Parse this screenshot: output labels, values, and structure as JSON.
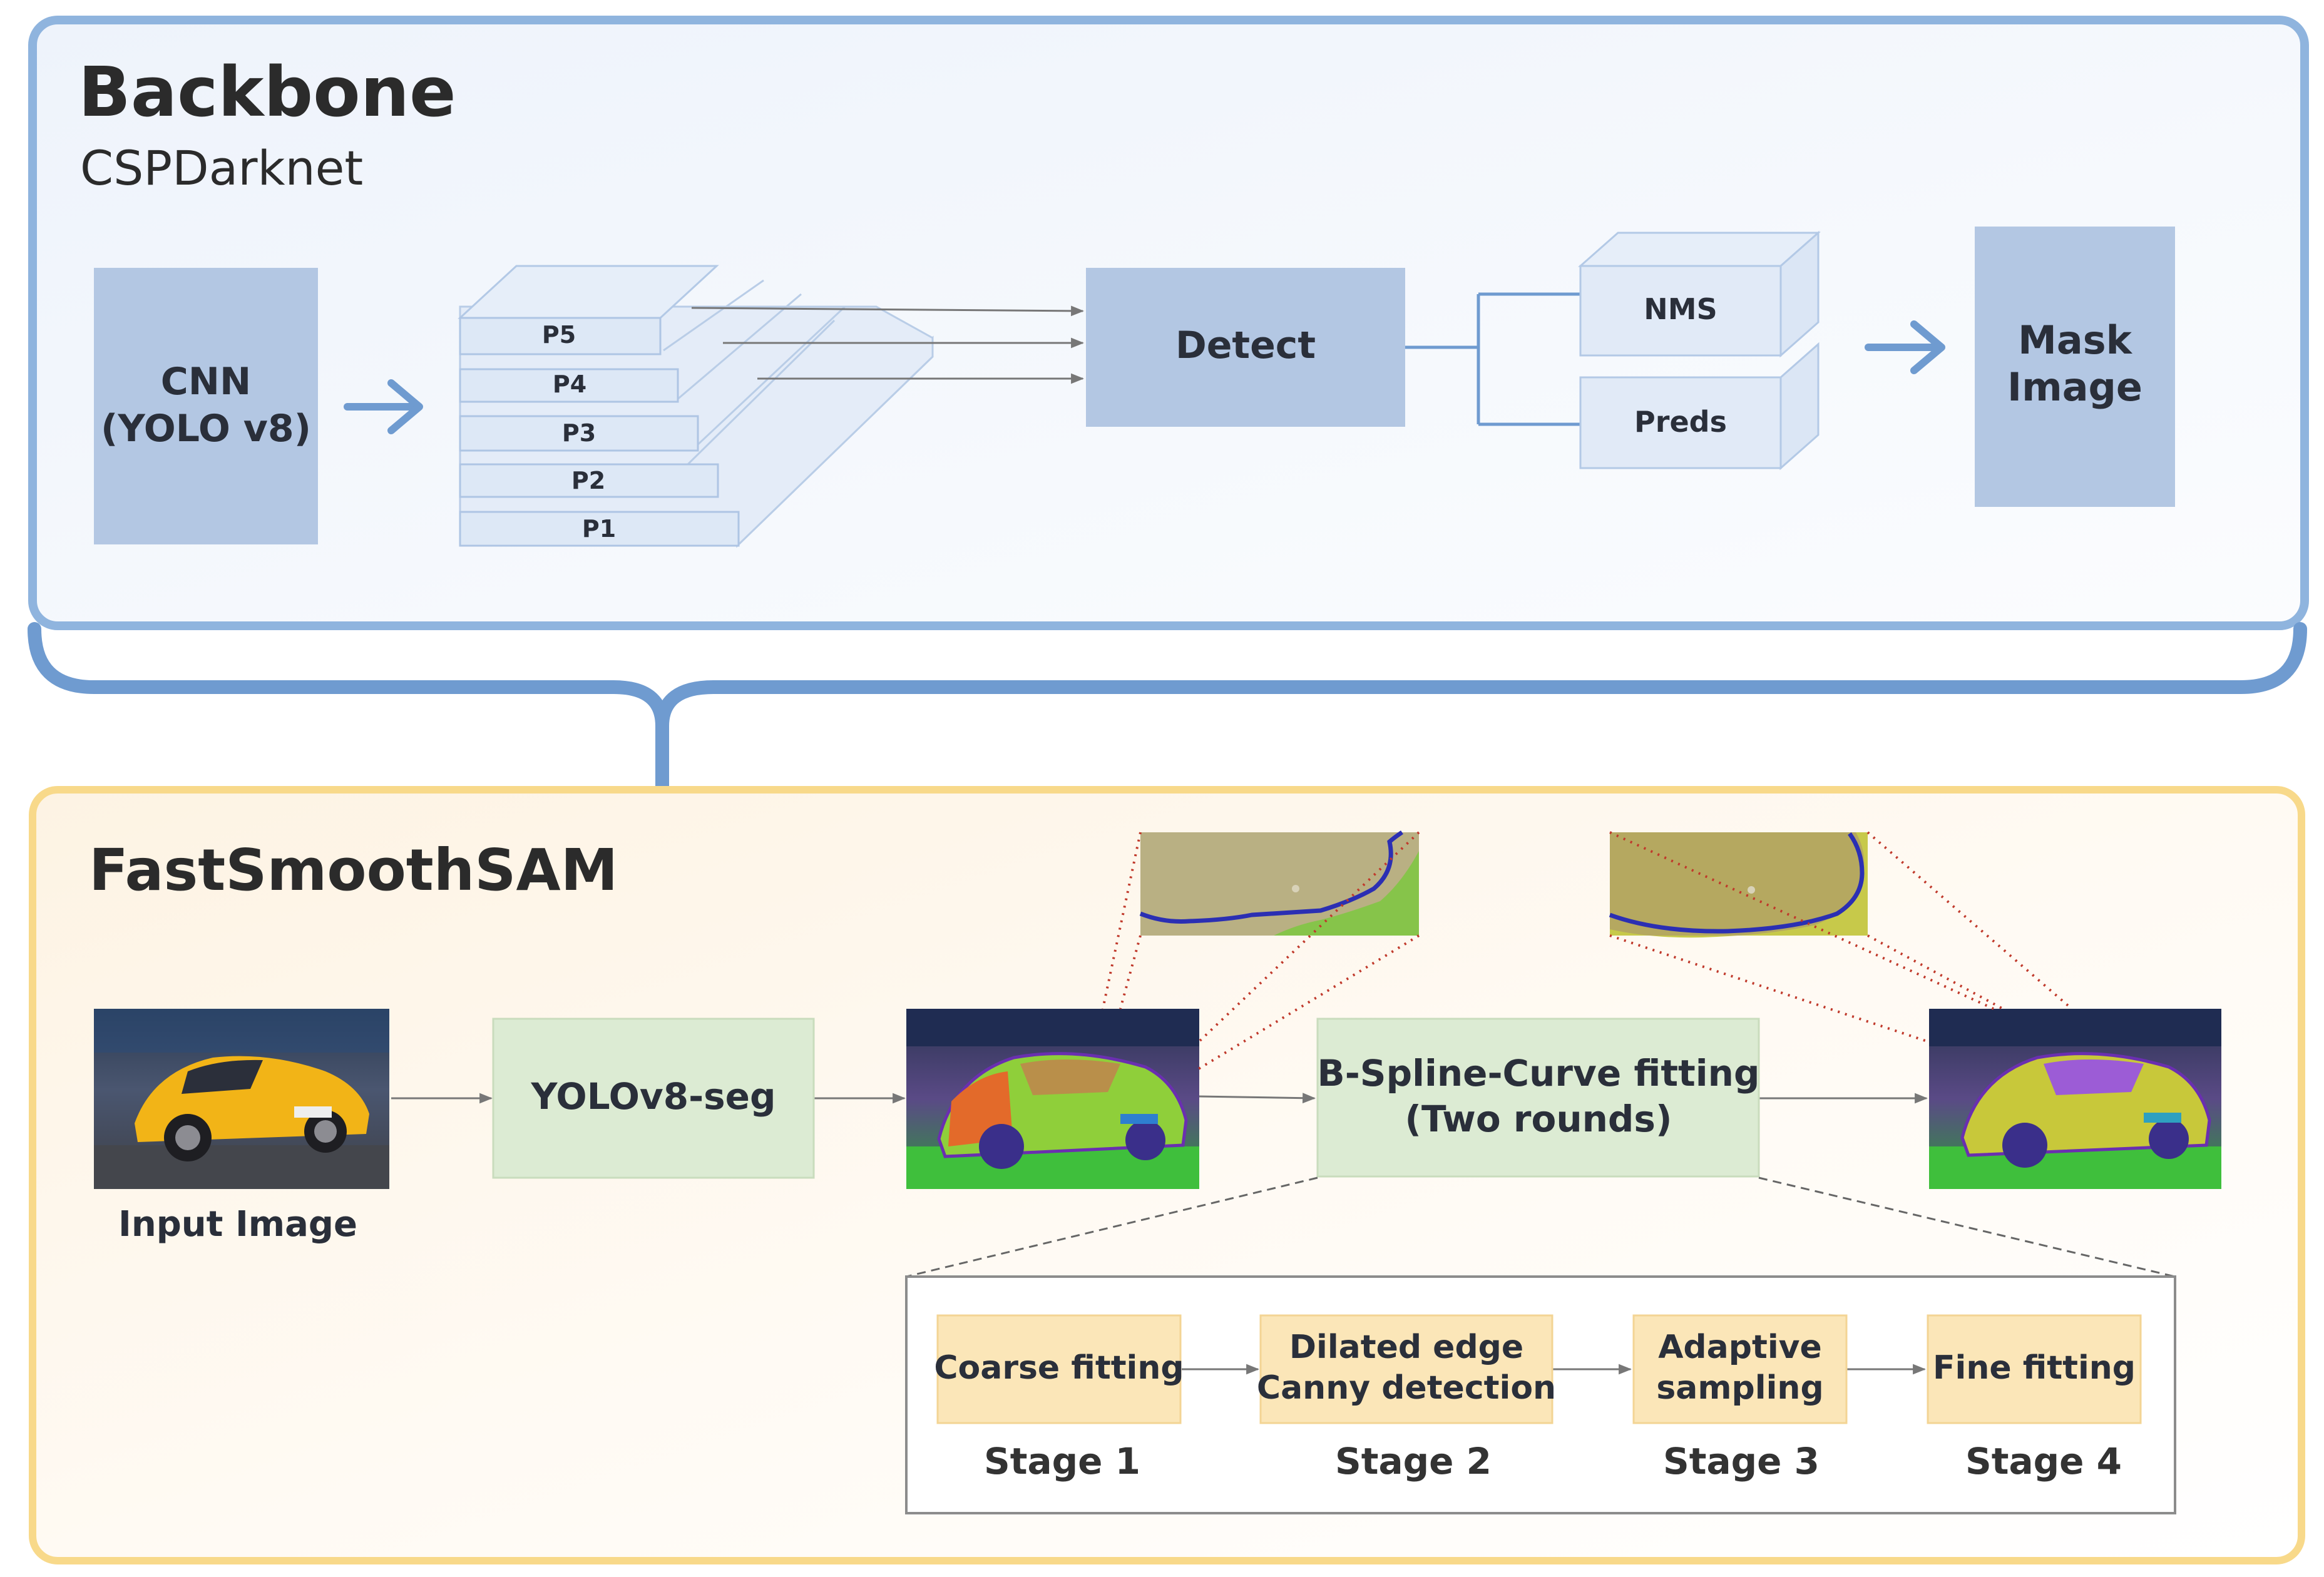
{
  "backbone": {
    "title": "Backbone",
    "subtitle": "CSPDarknet",
    "cnn_line1": "CNN",
    "cnn_line2": "(YOLO v8)",
    "pyramid": [
      "P5",
      "P4",
      "P3",
      "P2",
      "P1"
    ],
    "detect": "Detect",
    "nms": "NMS",
    "preds": "Preds",
    "mask_line1": "Mask",
    "mask_line2": "Image"
  },
  "fastsmoothsam": {
    "title": "FastSmoothSAM",
    "input_label": "Input Image",
    "yolo_seg": "YOLOv8-seg",
    "bspline_line1": "B-Spline-Curve fitting",
    "bspline_line2": "(Two rounds)",
    "stages": [
      {
        "line1": "Coarse fitting",
        "line2": "",
        "stage": "Stage 1"
      },
      {
        "line1": "Dilated edge",
        "line2": "Canny detection",
        "stage": "Stage 2"
      },
      {
        "line1": "Adaptive",
        "line2": "sampling",
        "stage": "Stage 3"
      },
      {
        "line1": "Fine fitting",
        "line2": "",
        "stage": "Stage 4"
      }
    ]
  },
  "colors": {
    "backbone_border": "#8fb4de",
    "backbone_block": "#b3c7e3",
    "fss_border": "#f8d98a",
    "seg_block": "#dcebd3",
    "stage_block": "#fbe6b8",
    "connector": "#6f9bd0"
  }
}
